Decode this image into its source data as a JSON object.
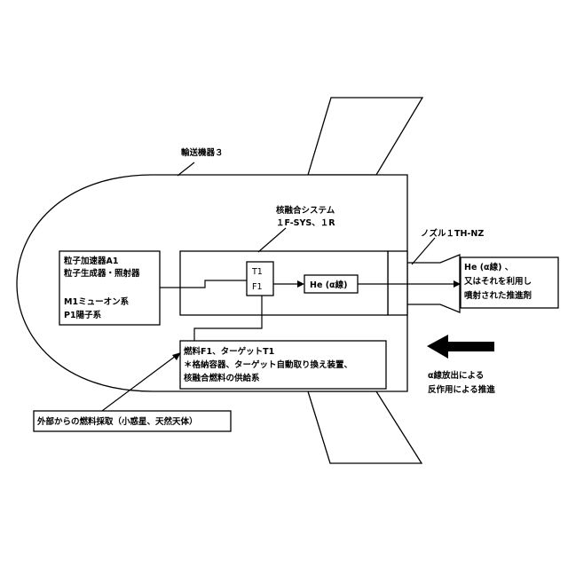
{
  "labels": {
    "transport": "輸送機器３",
    "fusion_system_line1": "核融合システム",
    "fusion_system_line2": "１F-SYS、１R",
    "nozzle": "ノズル１TH-NZ",
    "accel_line1": "粒子加速器A1",
    "accel_line2": "粒子生成器・照射器",
    "accel_line3": "M1ミューオン系",
    "accel_line4": "P1陽子系",
    "t1": "T1",
    "f1": "F1",
    "he_box": "He (α線)",
    "he_out_line1": "He (α線) 、",
    "he_out_line2": "又はそれを利用し",
    "he_out_line3": "噴射された推進剤",
    "fuel_line1": "燃料F1、ターゲットT1",
    "fuel_line2": "＊格納容器、ターゲット自動取り換え装置、",
    "fuel_line3": "核融合燃料の供給系",
    "external_fuel": "外部からの燃料採取（小惑星、天然天体）",
    "thrust_line1": "α線放出による",
    "thrust_line2": "反作用による推進"
  },
  "colors": {
    "stroke": "#000000",
    "background": "#ffffff",
    "arrow_fill": "#000000"
  }
}
